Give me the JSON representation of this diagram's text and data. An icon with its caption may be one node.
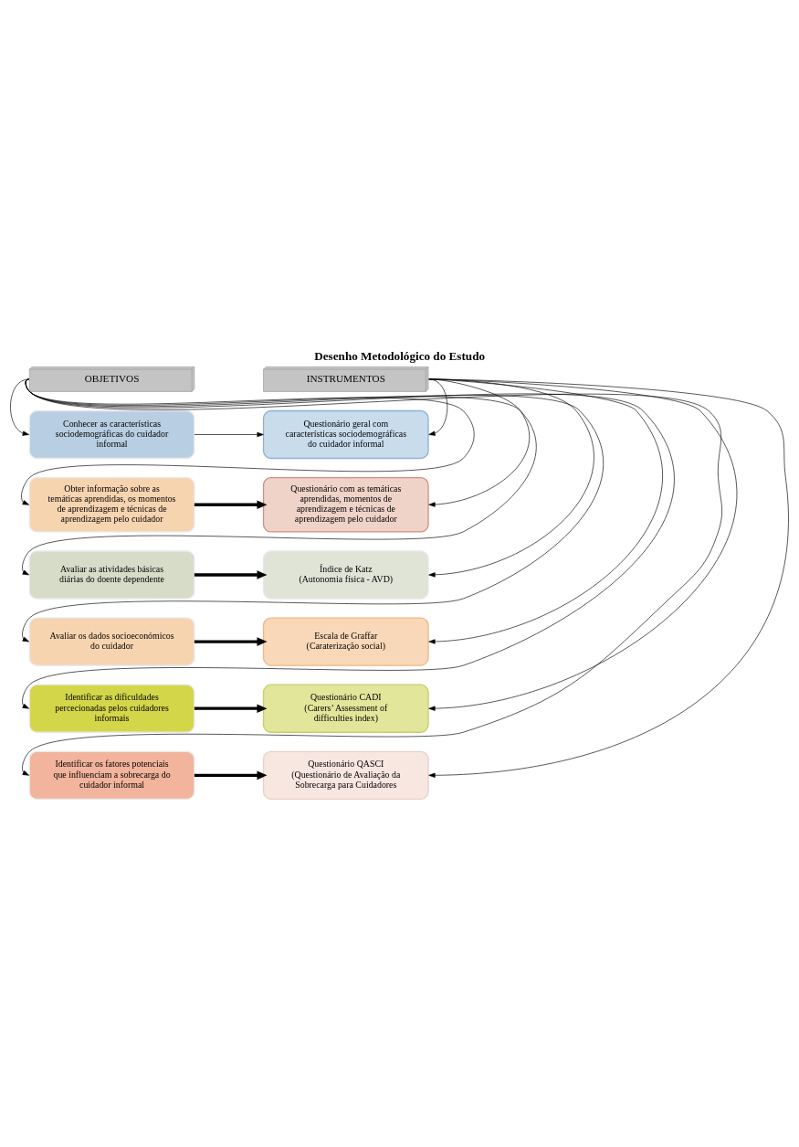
{
  "diagram": {
    "title": "Desenho Metodológico do Estudo",
    "nodes": [
      {
        "text": [
          "OBJETIVOS"
        ]
      },
      {
        "text": [
          "INSTRUMENTOS"
        ]
      },
      {
        "text": [
          "Conhecer as características sociodemográficas do cuidador informal"
        ]
      },
      {
        "text": [
          "Questionário geral com características sociodemográficas do cuidador informal"
        ]
      },
      {
        "text": [
          "Obter informação sobre as temáticas aprendidas, os momentos de aprendizagem e técnicas de aprendizagem pelo cuidador"
        ]
      },
      {
        "text": [
          "Questionário com as temáticas aprendidas, momentos de aprendizagem e técnicas de aprendizagem pelo cuidador"
        ]
      },
      {
        "text": [
          "Avaliar as atividades básicas diárias do doente dependente"
        ]
      },
      {
        "text": [
          "Índice de Katz",
          "(Autonomia física - AVD)"
        ]
      },
      {
        "text": [
          "Avaliar os dados socioeconómicos do cuidador"
        ]
      },
      {
        "text": [
          "Escala de Graffar",
          "(Caraterização social)"
        ]
      },
      {
        "text": [
          "Identificar as dificuldades percecionadas pelos cuidadores informais"
        ]
      },
      {
        "text": [
          "Questionário CADI",
          "(Carers’ Assessment of difficulties index)"
        ]
      },
      {
        "text": [
          "Identificar os fatores potenciais que influenciam a sobrecarga do cuidador informal"
        ]
      },
      {
        "text": [
          "Questionário QASCI",
          "(Questionário de Avaliação da Sobrecarga para Cuidadores"
        ]
      }
    ],
    "edges": [
      {
        "from": 0,
        "to": 2,
        "arrow": "to"
      },
      {
        "from": 0,
        "to": 4,
        "arrow": "to"
      },
      {
        "from": 0,
        "to": 6,
        "arrow": "to"
      },
      {
        "from": 0,
        "to": 8,
        "arrow": "to"
      },
      {
        "from": 0,
        "to": 10,
        "arrow": "to"
      },
      {
        "from": 0,
        "to": 12,
        "arrow": "to"
      },
      {
        "from": 1,
        "to": 3,
        "arrow": "to"
      },
      {
        "from": 1,
        "to": 5,
        "arrow": "to"
      },
      {
        "from": 1,
        "to": 7,
        "arrow": "to"
      },
      {
        "from": 1,
        "to": 9,
        "arrow": "to"
      },
      {
        "from": 1,
        "to": 11,
        "arrow": "to"
      },
      {
        "from": 1,
        "to": 13,
        "arrow": "to"
      },
      {
        "from": 2,
        "to": 3,
        "arrow": "to"
      },
      {
        "from": 4,
        "to": 5,
        "arrow": "to",
        "style": "thick"
      },
      {
        "from": 6,
        "to": 7,
        "arrow": "to",
        "style": "thick"
      },
      {
        "from": 8,
        "to": 9,
        "arrow": "to",
        "style": "thick"
      },
      {
        "from": 10,
        "to": 11,
        "arrow": "to",
        "style": "thick"
      },
      {
        "from": 12,
        "to": 13,
        "arrow": "to",
        "style": "thick"
      }
    ]
  }
}
